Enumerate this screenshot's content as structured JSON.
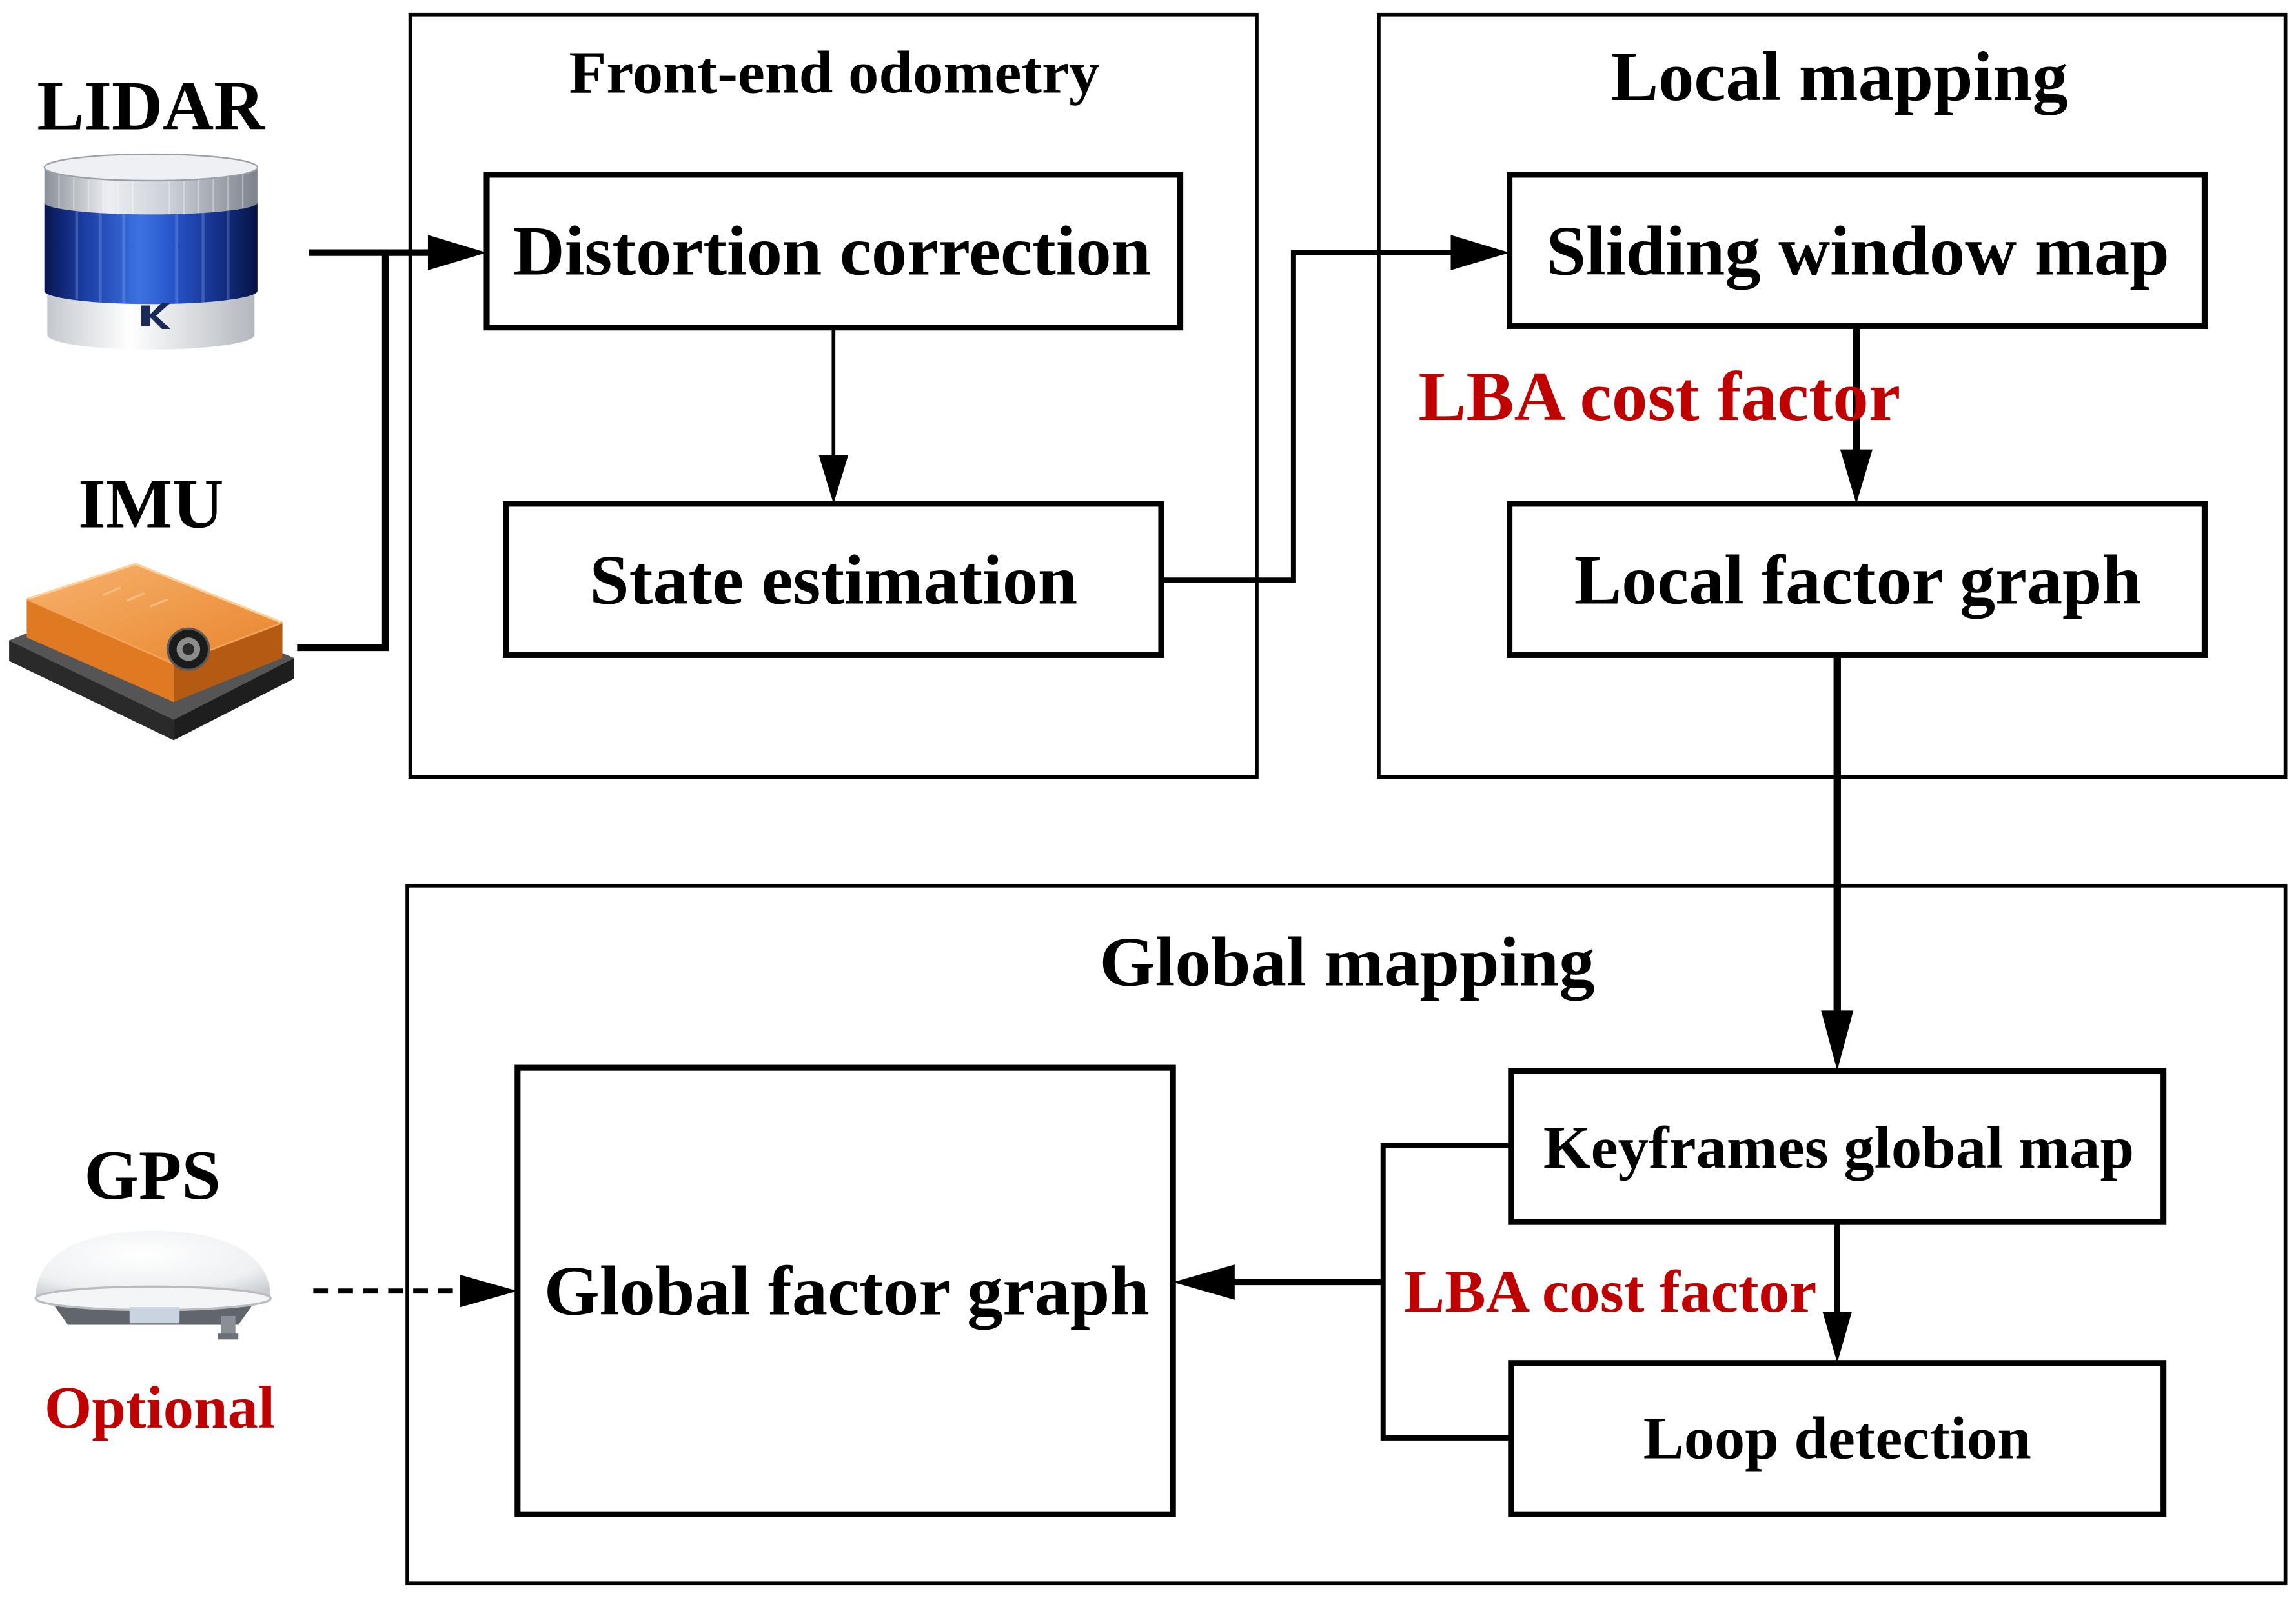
{
  "sensors": {
    "lidar_label": "LIDAR",
    "imu_label": "IMU",
    "gps_label": "GPS",
    "gps_note": "Optional"
  },
  "front_end_odometry": {
    "title": "Front-end odometry",
    "distortion_correction": "Distortion correction",
    "state_estimation": "State estimation"
  },
  "local_mapping": {
    "title": "Local mapping",
    "sliding_window_map": "Sliding window map",
    "lba_cost_factor": "LBA cost factor",
    "local_factor_graph": "Local factor graph"
  },
  "global_mapping": {
    "title": "Global mapping",
    "global_factor_graph": "Global factor graph",
    "keyframes_global_map": "Keyframes global map",
    "lba_cost_factor": "LBA cost factor",
    "loop_detection": "Loop detection"
  },
  "icons": {
    "lidar": "lidar-sensor-icon",
    "imu": "imu-sensor-icon",
    "gps": "gps-antenna-icon"
  },
  "colors": {
    "accent_red": "#c00000",
    "line": "#000000",
    "background": "#ffffff"
  }
}
